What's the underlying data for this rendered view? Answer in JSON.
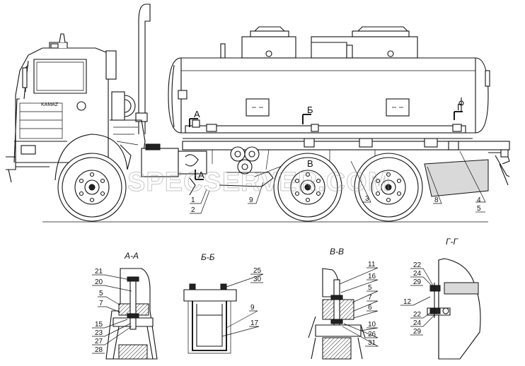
{
  "watermark": "SPECSERVER.COM",
  "main_view": {
    "section_marks": [
      "А",
      "Б",
      "В",
      "Г",
      "А"
    ],
    "callouts": [
      "1",
      "2",
      "9",
      "3",
      "8",
      "4",
      "5"
    ]
  },
  "sections": [
    {
      "title": "А-А",
      "labels": [
        "21",
        "20",
        "5",
        "7",
        "15",
        "23",
        "27",
        "28"
      ]
    },
    {
      "title": "Б-Б",
      "labels": [
        "25",
        "30",
        "9",
        "17"
      ]
    },
    {
      "title": "В-В",
      "labels": [
        "11",
        "16",
        "5",
        "7",
        "6",
        "10",
        "26",
        "31"
      ]
    },
    {
      "title": "Г-Г",
      "labels": [
        "22",
        "24",
        "29",
        "12",
        "22",
        "24",
        "29"
      ]
    }
  ]
}
